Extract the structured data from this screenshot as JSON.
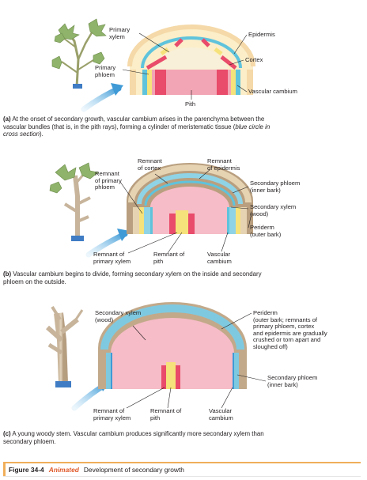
{
  "panel_a": {
    "labels": {
      "primary_xylem": "Primary\nxylem",
      "epidermis": "Epidermis",
      "cortex": "Cortex",
      "primary_phloem": "Primary\nphloem",
      "vascular_cambium": "Vascular cambium",
      "pith": "Pith"
    },
    "caption": {
      "letter": "(a)",
      "text": " At the onset of secondary growth, vascular cambium arises in the parenchyma between the vascular bundles (that is, in the pith rays), forming a cylinder of meristematic tissue (",
      "italic": "blue circle in cross section",
      "end": ")."
    }
  },
  "panel_b": {
    "labels": {
      "remnant_cortex": "Remnant\nof cortex",
      "remnant_epidermis": "Remnant\nof epidermis",
      "remnant_primary_phloem": "Remnant\nof primary\nphloem",
      "secondary_phloem": "Secondary phloem\n(inner bark)",
      "secondary_xylem": "Secondary xylem\n(wood)",
      "periderm": "Periderm\n(outer bark)",
      "remnant_primary_xylem": "Remnant of\nprimary xylem",
      "remnant_pith": "Remnant of\npith",
      "vascular_cambium": "Vascular\ncambium"
    },
    "caption": {
      "letter": "(b)",
      "text": " Vascular cambium begins to divide, forming secondary xylem on the inside and secondary phloem on the outside."
    }
  },
  "panel_c": {
    "labels": {
      "secondary_xylem": "Secondary xylem\n(wood)",
      "periderm": "Periderm\n(outer bark; remnants of\nprimary phloem, cortex\nand epidermis are gradually\ncrushed or torn apart and\nsloughed off)",
      "secondary_phloem": "Secondary phloem\n(inner bark)",
      "remnant_primary_xylem": "Remnant of\nprimary xylem",
      "remnant_pith": "Remnant of\npith",
      "vascular_cambium": "Vascular\ncambium"
    },
    "caption": {
      "letter": "(c)",
      "text": " A young woody stem. Vascular cambium produces significantly more secondary xylem than secondary phloem."
    }
  },
  "figure": {
    "number": "Figure 34-4",
    "tag": "Animated",
    "title": "Development of secondary growth"
  },
  "colors": {
    "epidermis_tan": "#f5d9a8",
    "cortex_cream": "#fbeec9",
    "cambium_blue": "#5fc3dc",
    "xylem_pink": "#f2a5b4",
    "xylem_red": "#e94b6a",
    "phloem_yellow": "#f6e27a",
    "periderm_brown": "#b99f7f",
    "arrow_blue": "#3f9ad6",
    "accent_orange": "#f0ae5a"
  }
}
